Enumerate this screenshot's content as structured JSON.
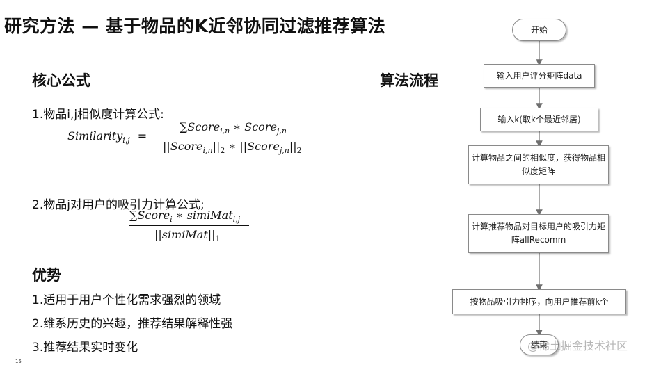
{
  "slide": {
    "title": "研究方法 — 基于物品的K近邻协同过滤推荐算法",
    "page_number": "15"
  },
  "core": {
    "heading": "核心公式",
    "formula1_label": "1.物品i,j相似度计算公式:",
    "formula1_lhs": "Similarity",
    "formula1_lhs_sub": "i,j",
    "formula1_equals": "=",
    "formula1_numerator": "∑Score",
    "formula1_numerator_sub1": "i,n",
    "formula1_times": " ∗ Score",
    "formula1_numerator_sub2": "j,n",
    "formula1_den_a": "||Score",
    "formula1_den_a_sub": "i,n",
    "formula1_den_a_close": "||",
    "formula1_den_a_norm": "2",
    "formula1_den_mid": " ∗ ",
    "formula1_den_b": "||Score",
    "formula1_den_b_sub": "j,n",
    "formula1_den_b_close": "||",
    "formula1_den_b_norm": "2",
    "formula2_label": "2.物品j对用户的吸引力计算公式;",
    "formula2_numerator": "∑Score",
    "formula2_numerator_sub": "i",
    "formula2_times": " ∗ simiMat",
    "formula2_numerator_sub2": "i,j",
    "formula2_den": "||simiMat||",
    "formula2_den_norm": "1"
  },
  "advantages": {
    "heading": "优势",
    "items": [
      "1.适用于用户个性化需求强烈的领域",
      "2.维系历史的兴趣，推荐结果解释性强",
      "3.推荐结果实时变化"
    ]
  },
  "flow": {
    "heading": "算法流程",
    "start": "开始",
    "steps": [
      "输入用户评分矩阵data",
      "输入k(取k个最近邻居)",
      "计算物品之间的相似度，获得物品相似度矩阵",
      "计算推荐物品对目标用户的吸引力矩阵allRecomm",
      "按物品吸引力排序，向用户推荐前k个"
    ],
    "end": "结束",
    "watermark": "@稀土掘金技术社区"
  },
  "colors": {
    "arrow": "#6f6f6f",
    "box_border": "#8a8a8a",
    "text": "#111111"
  }
}
